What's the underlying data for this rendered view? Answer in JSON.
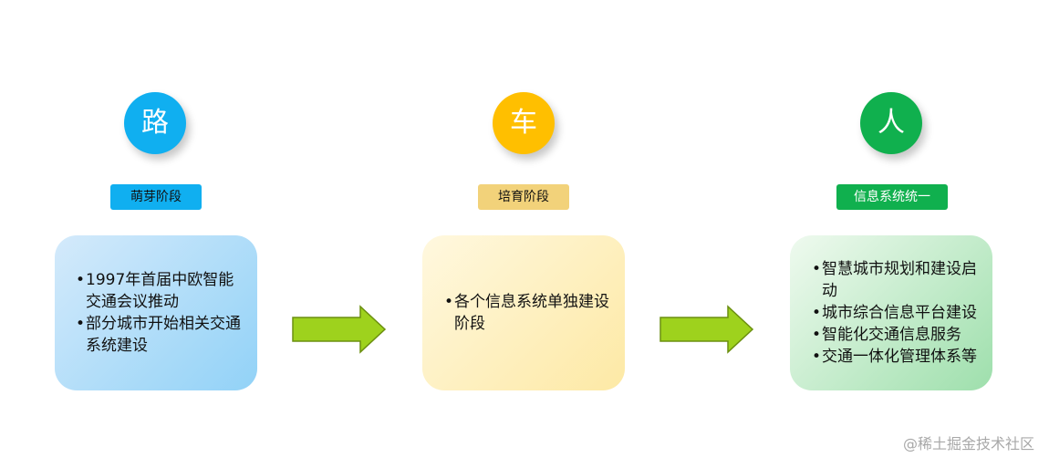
{
  "stages": [
    {
      "symbol": "路",
      "label": "萌芽阶段",
      "circle_color": "#10aff0",
      "badge_color": "#10aff0",
      "badge_text_color": "#111111",
      "card_gradient": [
        "#d4eafb",
        "#92d2f7"
      ],
      "items": [
        "1997年首届中欧智能交通会议推动",
        "部分城市开始相关交通系统建设"
      ]
    },
    {
      "symbol": "车",
      "label": "培育阶段",
      "circle_color": "#ffbf00",
      "badge_color": "#f2d27a",
      "badge_text_color": "#111111",
      "card_gradient": [
        "#fff8df",
        "#fde9a5"
      ],
      "items": [
        "各个信息系统单独建设阶段"
      ]
    },
    {
      "symbol": "人",
      "label": "信息系统统一",
      "circle_color": "#10b04e",
      "badge_color": "#10b04e",
      "badge_text_color": "#ffffff",
      "card_gradient": [
        "#effaef",
        "#9edfac"
      ],
      "items": [
        "智慧城市规划和建设启动",
        "城市综合信息平台建设",
        "智能化交通信息服务",
        "交通一体化管理体系等"
      ]
    }
  ],
  "arrow_color": "#9ed21d",
  "arrow_border": "#6b8f10",
  "watermark": "@稀土掘金技术社区"
}
